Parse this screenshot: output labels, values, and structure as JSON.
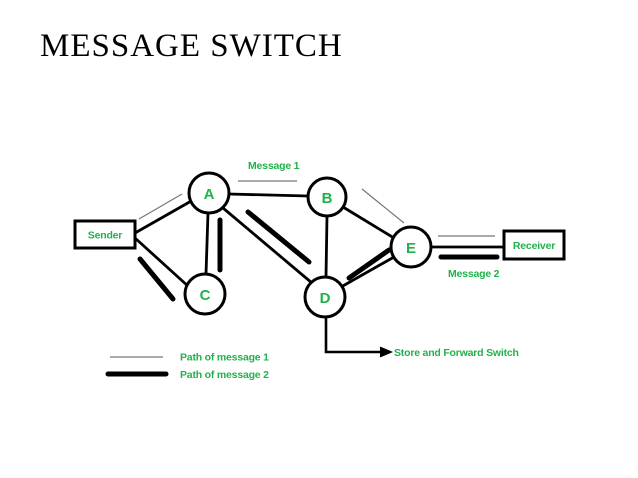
{
  "title": "MESSAGE SWITCH",
  "colors": {
    "accent_green": "#22b14c",
    "line_black": "#000000",
    "thin_path_line": "#777777",
    "background": "#ffffff"
  },
  "diagram": {
    "endpoints": {
      "sender_label": "Sender",
      "receiver_label": "Receiver"
    },
    "nodes": [
      {
        "id": "A",
        "label": "A"
      },
      {
        "id": "B",
        "label": "B"
      },
      {
        "id": "C",
        "label": "C"
      },
      {
        "id": "D",
        "label": "D"
      },
      {
        "id": "E",
        "label": "E"
      }
    ],
    "edges": [
      {
        "from": "Sender",
        "to": "A"
      },
      {
        "from": "Sender",
        "to": "C"
      },
      {
        "from": "A",
        "to": "B"
      },
      {
        "from": "A",
        "to": "C"
      },
      {
        "from": "A",
        "to": "D"
      },
      {
        "from": "B",
        "to": "D"
      },
      {
        "from": "B",
        "to": "E"
      },
      {
        "from": "D",
        "to": "E"
      },
      {
        "from": "E",
        "to": "Receiver"
      }
    ],
    "annotations": {
      "message1": "Message 1",
      "message2": "Message 2",
      "store_forward": "Store and Forward Switch"
    },
    "routes": {
      "message1_route": [
        "Sender",
        "A",
        "B",
        "E",
        "Receiver"
      ],
      "message2_route": [
        "Sender",
        "C",
        "A",
        "D",
        "E",
        "Receiver"
      ]
    },
    "legend": [
      {
        "style": "thin",
        "label": "Path of message 1"
      },
      {
        "style": "thick",
        "label": "Path of message 2"
      }
    ]
  }
}
